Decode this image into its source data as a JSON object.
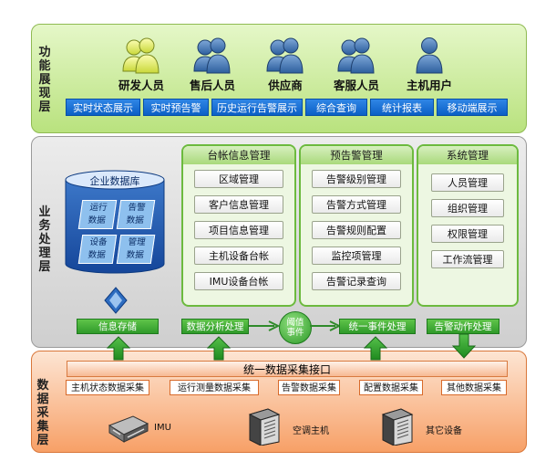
{
  "layers": {
    "display": "功能展现层",
    "business": "业务处理层",
    "data": "数据采集层"
  },
  "users": [
    "研发人员",
    "售后人员",
    "供应商",
    "客服人员",
    "主机用户"
  ],
  "display_functions": [
    "实时状态展示",
    "实时预告警",
    "历史运行告警展示",
    "综合查询",
    "统计报表",
    "移动端展示"
  ],
  "database": {
    "title": "企业数据库",
    "items": [
      "运行数据",
      "告警数据",
      "设备数据",
      "管理数据"
    ]
  },
  "panels": [
    {
      "title": "台帐信息管理",
      "items": [
        "区域管理",
        "客户信息管理",
        "项目信息管理",
        "主机设备台帐",
        "IMU设备台帐"
      ]
    },
    {
      "title": "预告警管理",
      "items": [
        "告警级别管理",
        "告警方式管理",
        "告警规则配置",
        "监控项管理",
        "告警记录查询"
      ]
    },
    {
      "title": "系统管理",
      "items": [
        "人员管理",
        "组织管理",
        "权限管理",
        "工作流管理"
      ]
    }
  ],
  "process": {
    "storage": "信息存储",
    "analysis": "数据分析处理",
    "threshold_event": "阈值事件",
    "event_handling": "统一事件处理",
    "alarm_action": "告警动作处理"
  },
  "interface": "统一数据采集接口",
  "collectors": [
    "主机状态数据采集",
    "运行测量数据采集",
    "告警数据采集",
    "配置数据采集",
    "其他数据采集"
  ],
  "devices": [
    "IMU",
    "空调主机",
    "其它设备"
  ],
  "colors": {
    "display_bg": "#c7ea8f",
    "business_bg": "#dcdcdc",
    "data_bg": "#f9b27d",
    "blue": "#1470d8",
    "green": "#3aa733"
  }
}
